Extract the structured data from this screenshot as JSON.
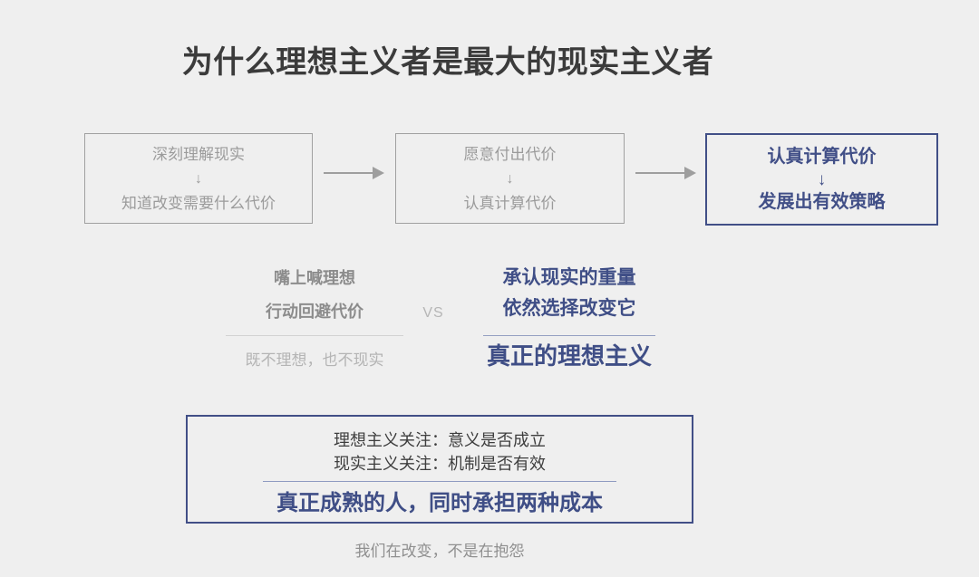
{
  "title": "为什么理想主义者是最大的现实主义者",
  "colors": {
    "background": "#efefef",
    "accent_blue": "#414f87",
    "gray_text": "#9b9b9b",
    "light_gray_text": "#b4b4b4",
    "dark_text": "#3b3b3b"
  },
  "flow": {
    "boxes": [
      {
        "top": "深刻理解现实",
        "arrow": "↓",
        "bottom": "知道改变需要什么代价",
        "variant": "gray"
      },
      {
        "top": "愿意付出代价",
        "arrow": "↓",
        "bottom": "认真计算代价",
        "variant": "gray"
      },
      {
        "top": "认真计算代价",
        "arrow": "↓",
        "bottom": "发展出有效策略",
        "variant": "blue"
      }
    ]
  },
  "comparison": {
    "left": {
      "lines": [
        "嘴上喊理想",
        "行动回避代价"
      ],
      "verdict": "既不理想，也不现实"
    },
    "vs_label": "VS",
    "right": {
      "lines": [
        "承认现实的重量",
        "依然选择改变它"
      ],
      "verdict": "真正的理想主义"
    }
  },
  "summary": {
    "lines": [
      "理想主义关注：意义是否成立",
      "现实主义关注：机制是否有效"
    ],
    "highlight": "真正成熟的人，同时承担两种成本"
  },
  "footer": "我们在改变，不是在抱怨"
}
